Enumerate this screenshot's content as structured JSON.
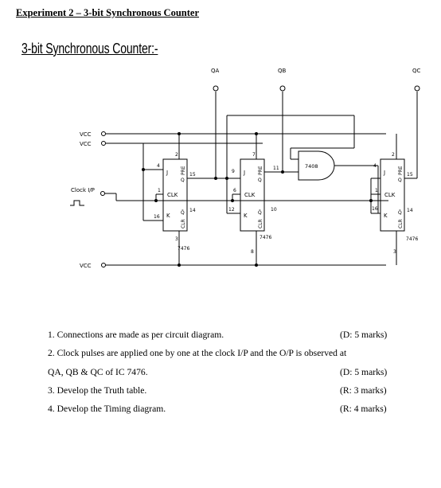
{
  "heading": "Experiment 2 – 3-bit Synchronous Counter",
  "subheading": "3-bit Synchronous Counter:-",
  "circuit": {
    "outputs": [
      "QA",
      "QB",
      "QC"
    ],
    "vcc_labels": [
      "VCC",
      "VCC",
      "VCC"
    ],
    "clock_label": "Clock I/P",
    "gate_label": "7408",
    "ff_chip": "7476",
    "ff_pins": {
      "j": "J",
      "k": "K",
      "clk": "CLK",
      "pre": "PRE",
      "clr": "CLR",
      "q": "Q",
      "qbar": "Q̄"
    },
    "ff1_pins": [
      "2",
      "4",
      "15",
      "1",
      "16",
      "14",
      "3"
    ],
    "ff2_pins": [
      "7",
      "9",
      "11",
      "6",
      "12",
      "10",
      "8"
    ],
    "ff3_pins": [
      "2",
      "4",
      "15",
      "1",
      "16",
      "14",
      "3"
    ]
  },
  "steps": [
    {
      "text": "1. Connections are made as per circuit diagram.",
      "marks": "(D: 5 marks)"
    },
    {
      "text": "2. Clock pulses are applied one by one at the clock I/P and the O/P is observed at",
      "marks": ""
    },
    {
      "text": "QA, QB & QC of IC 7476.",
      "marks": "(D: 5 marks)"
    },
    {
      "text": "3. Develop the Truth table.",
      "marks": "(R: 3 marks)"
    },
    {
      "text": " 4. Develop the Timing diagram.",
      "marks": "(R: 4 marks)"
    }
  ]
}
